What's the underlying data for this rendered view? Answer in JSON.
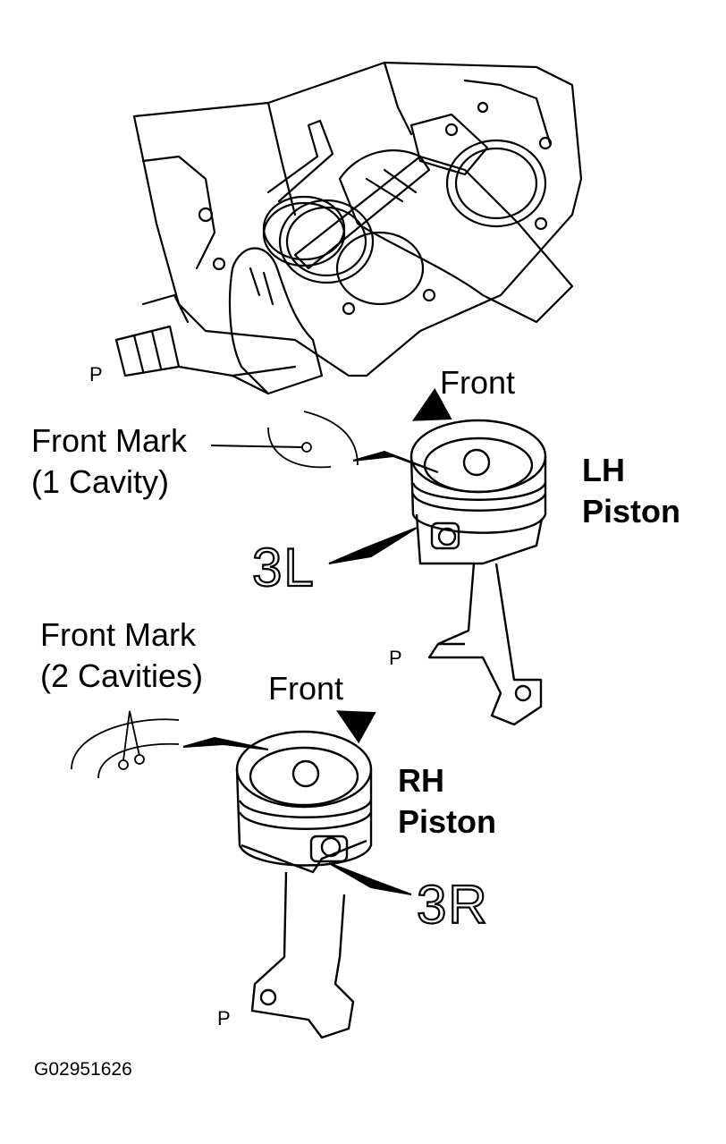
{
  "labels": {
    "p_top": "P",
    "front_lh": "Front",
    "front_mark_lh_line1": "Front Mark",
    "front_mark_lh_line2": "(1 Cavity)",
    "lh_piston_line1": "LH",
    "lh_piston_line2": "Piston",
    "mark_lh": "3L",
    "p_lh": "P",
    "front_mark_rh_line1": "Front Mark",
    "front_mark_rh_line2": "(2 Cavities)",
    "front_rh": "Front",
    "rh_piston_line1": "RH",
    "rh_piston_line2": "Piston",
    "mark_rh": "3R",
    "p_rh": "P",
    "figure_code": "G02951626"
  },
  "colors": {
    "ink": "#000000",
    "background": "#ffffff"
  }
}
